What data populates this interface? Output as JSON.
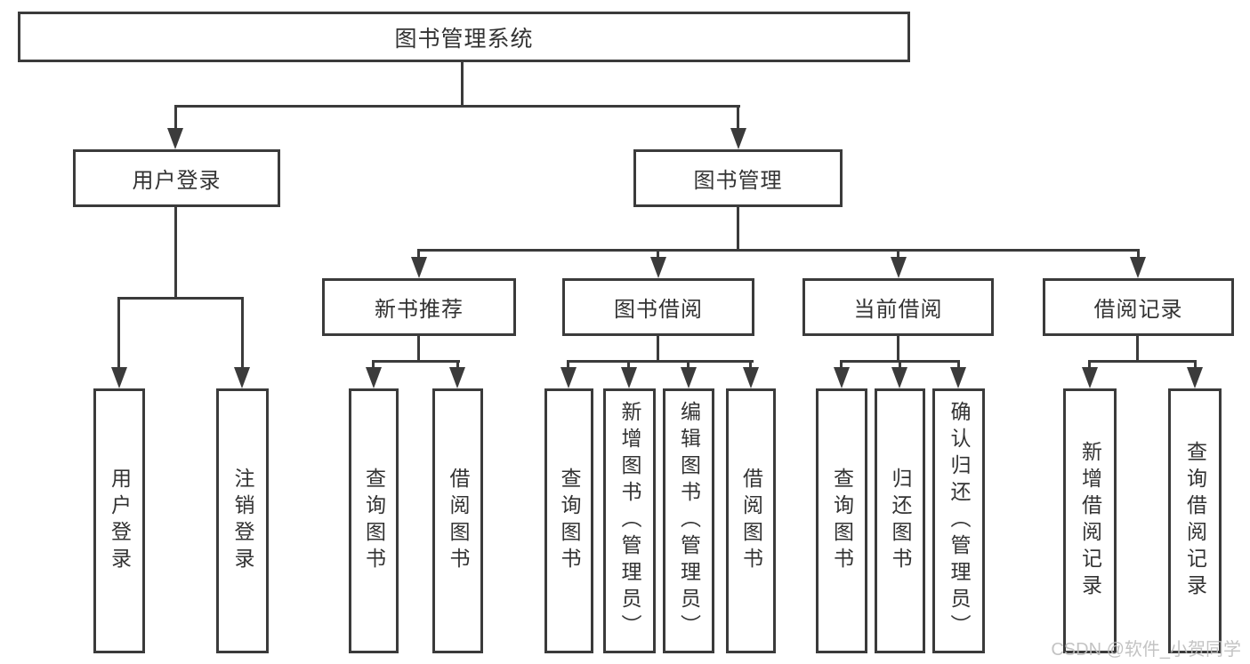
{
  "diagram": {
    "root": {
      "label": "图书管理系统"
    },
    "branches": [
      {
        "label": "用户登录",
        "children": [
          {
            "label": "用户登录"
          },
          {
            "label": "注销登录"
          }
        ]
      },
      {
        "label": "图书管理",
        "children": [
          {
            "label": "新书推荐",
            "children": [
              {
                "label": "查询图书"
              },
              {
                "label": "借阅图书"
              }
            ]
          },
          {
            "label": "图书借阅",
            "children": [
              {
                "label": "查询图书"
              },
              {
                "label": "新增图书（管理员）"
              },
              {
                "label": "编辑图书（管理员）"
              },
              {
                "label": "借阅图书"
              }
            ]
          },
          {
            "label": "当前借阅",
            "children": [
              {
                "label": "查询图书"
              },
              {
                "label": "归还图书"
              },
              {
                "label": "确认归还（管理员）"
              }
            ]
          },
          {
            "label": "借阅记录",
            "children": [
              {
                "label": "新增借阅记录"
              },
              {
                "label": "查询借阅记录"
              }
            ]
          }
        ]
      }
    ]
  },
  "watermark": {
    "text": "CSDN @软件_小贺同学"
  },
  "colors": {
    "line": "#3b3b3b",
    "text": "#333333",
    "watermark": "#bdbdbd",
    "background": "#ffffff"
  }
}
